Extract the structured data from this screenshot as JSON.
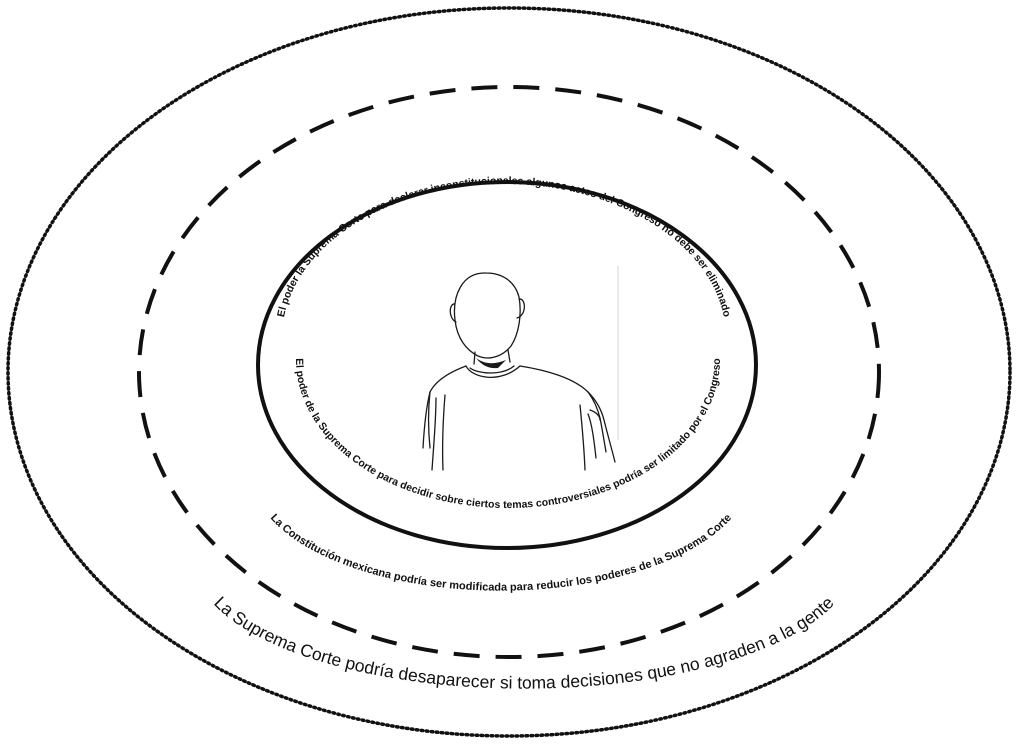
{
  "colors": {
    "ink": "#111111",
    "background": "#ffffff"
  },
  "rings": {
    "outer": {
      "style": "dotted",
      "label": "La Suprema Corte podría desaparecer si toma decisiones que no agraden a la gente"
    },
    "middle": {
      "style": "dashed",
      "label": "La Constitución mexicana podría ser modificada para reducir los poderes de la Suprema Corte"
    },
    "inner": {
      "style": "solid",
      "label_top": "El poder la Suprema Corte para declarar inconstitucionales algunos actos del Congreso no debe ser eliminado",
      "label_bottom": "El poder de la Suprema Corte para decidir sobre ciertos temas controversiales podría ser limitado por el Congreso"
    }
  },
  "center_figure": {
    "icon": "person-icon"
  }
}
